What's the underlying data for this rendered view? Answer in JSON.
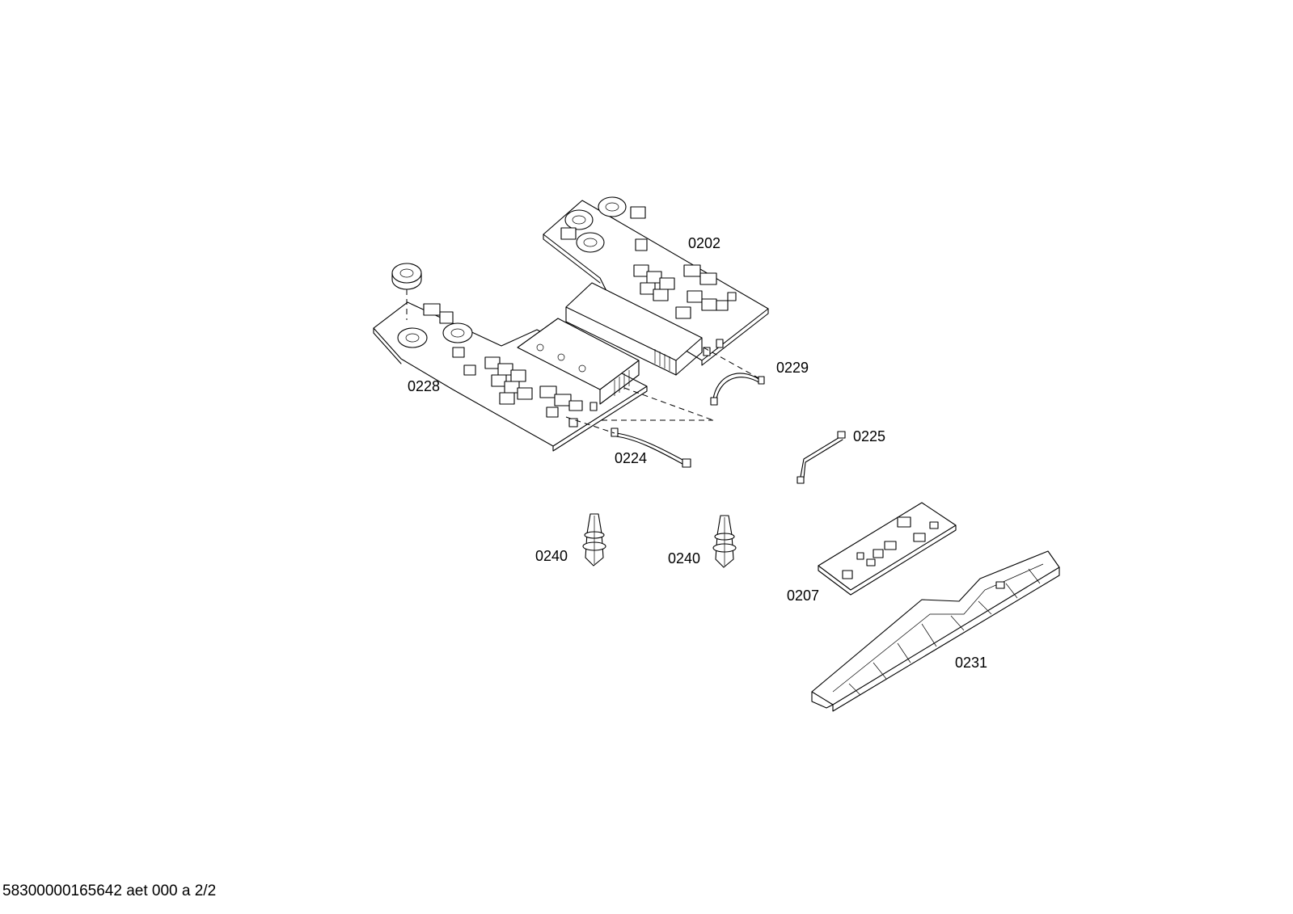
{
  "parts": [
    {
      "id": "0202",
      "label": "0202"
    },
    {
      "id": "0228",
      "label": "0228"
    },
    {
      "id": "0229",
      "label": "0229"
    },
    {
      "id": "0225",
      "label": "0225"
    },
    {
      "id": "0224",
      "label": "0224"
    },
    {
      "id": "0240a",
      "label": "0240"
    },
    {
      "id": "0240b",
      "label": "0240"
    },
    {
      "id": "0207",
      "label": "0207"
    },
    {
      "id": "0231",
      "label": "0231"
    }
  ],
  "footer": {
    "text": "58300000165642 aet 000 a 2/2"
  }
}
